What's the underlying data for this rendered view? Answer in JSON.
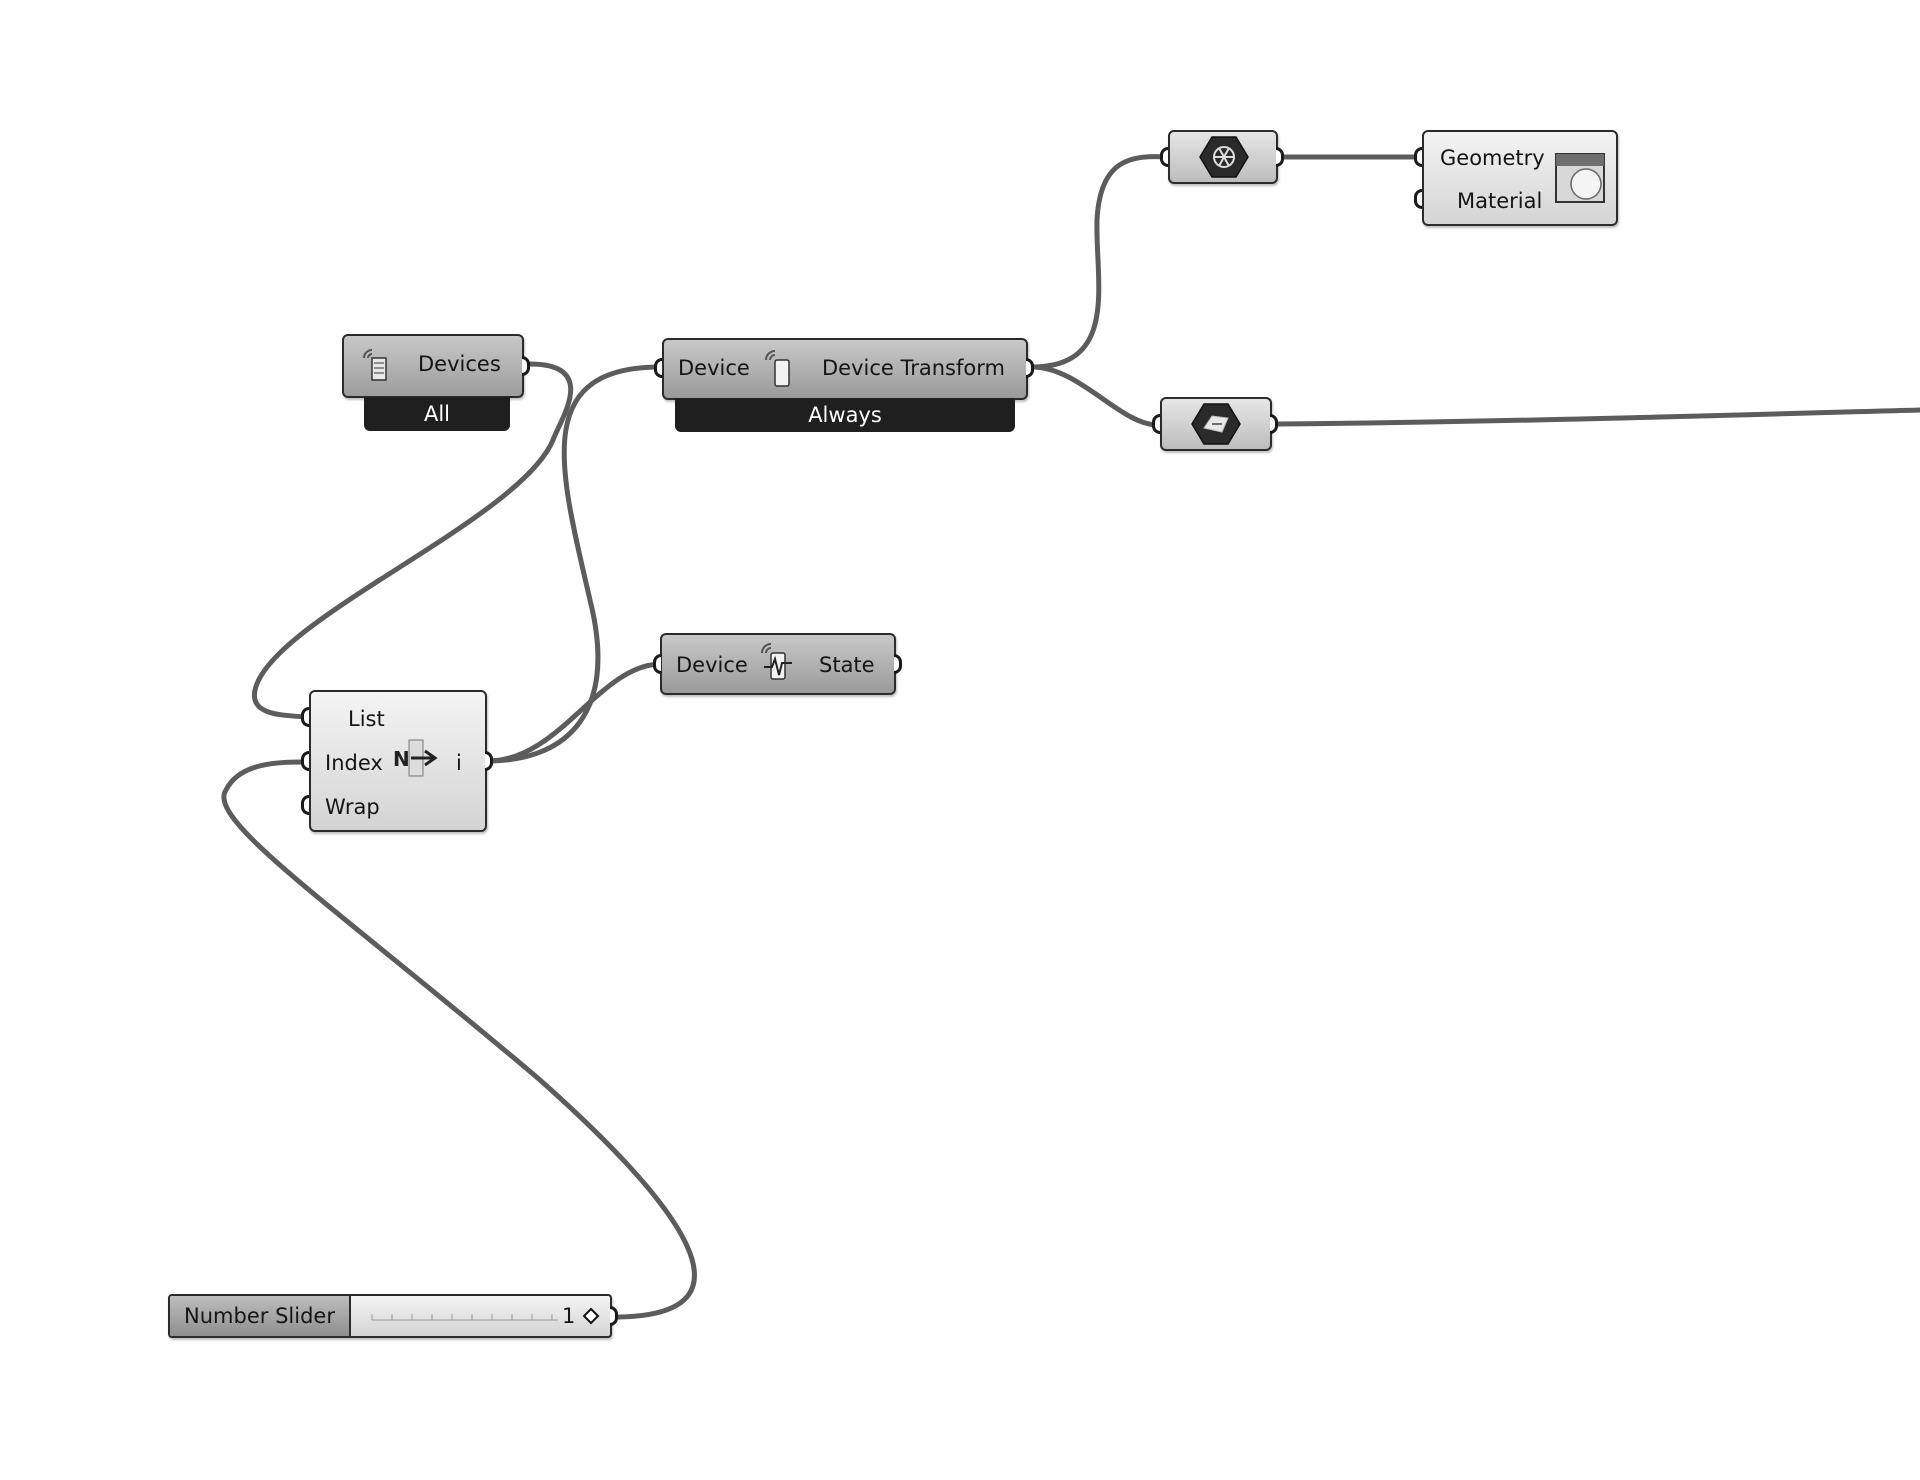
{
  "canvas": {
    "background": "#ffffff",
    "wire_color": "#5c5c5c"
  },
  "devices_node": {
    "label": "Devices",
    "mode": "All",
    "icon": "devices-list-icon"
  },
  "device_transform_node": {
    "input": "Device",
    "output": "Device Transform",
    "mode": "Always",
    "icon": "phone-device-icon"
  },
  "device_state_node": {
    "input": "Device",
    "output": "State",
    "icon": "device-state-icon"
  },
  "list_item_node": {
    "inputs": [
      "List",
      "Index",
      "Wrap"
    ],
    "output": "i",
    "icon": "list-item-icon"
  },
  "hex_node": {
    "icon": "hex-mesh-icon"
  },
  "plane_node": {
    "icon": "hex-plane-icon"
  },
  "preview_node": {
    "inputs": [
      "Geometry",
      "Material"
    ],
    "icon": "custom-preview-icon"
  },
  "number_slider": {
    "name": "Number Slider",
    "value": "1"
  }
}
